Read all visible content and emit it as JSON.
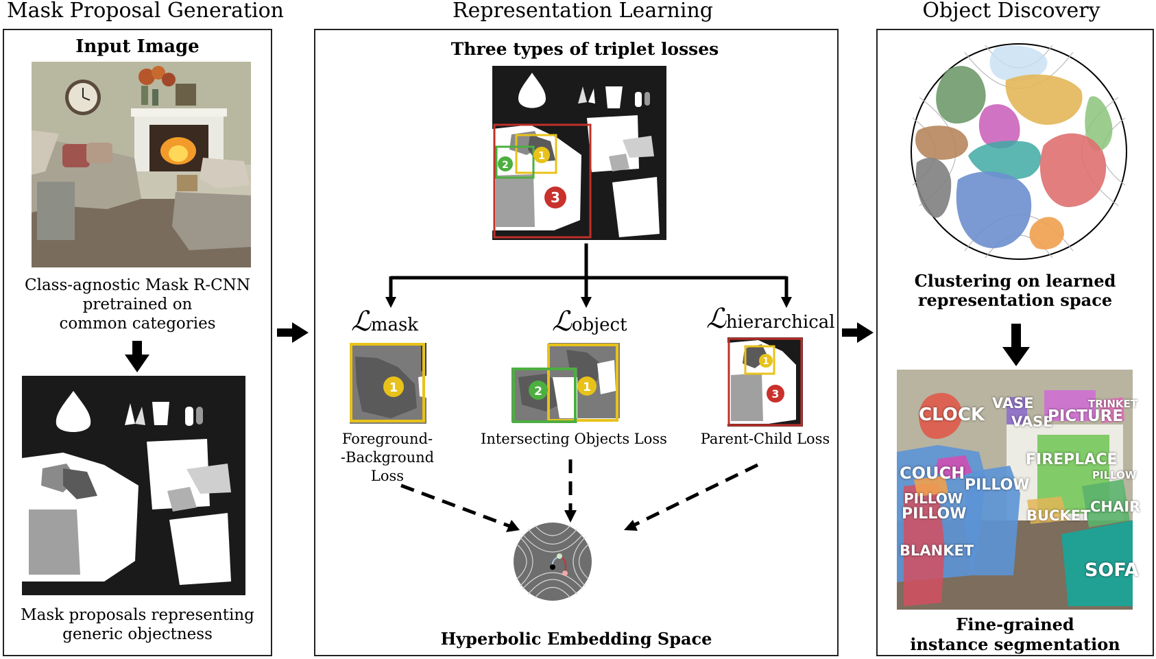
{
  "sections": {
    "mask_proposal": {
      "title": "Mask Proposal Generation",
      "input_label": "Input Image",
      "model_caption": "Class-agnostic Mask R-CNN\npretrained on\ncommon categories",
      "output_caption": "Mask proposals representing\ngeneric objectness"
    },
    "representation": {
      "title": "Representation Learning",
      "triplet_label": "Three types of triplet losses",
      "losses": [
        {
          "symbol": "ℒ",
          "subscript": "mask",
          "caption": "Foreground-\n-Background Loss"
        },
        {
          "symbol": "ℒ",
          "subscript": "object",
          "caption": "Intersecting Objects Loss"
        },
        {
          "symbol": "ℒ",
          "subscript": "hierarchical",
          "caption": "Parent-Child Loss"
        }
      ],
      "embedding_label": "Hyperbolic Embedding Space",
      "markers": [
        "1",
        "2",
        "3"
      ]
    },
    "object_discovery": {
      "title": "Object Discovery",
      "clustering_caption": "Clustering on learned\nrepresentation space",
      "output_caption": "Fine-grained\ninstance segmentation",
      "segment_labels": [
        "CLOCK",
        "VASE",
        "VASE",
        "PICTURE",
        "TRINKET",
        "FIREPLACE",
        "PILLOW",
        "COUCH",
        "PILLOW",
        "PILLOW",
        "PILLOW",
        "CHAIR",
        "BUCKET",
        "BLANKET",
        "SOFA"
      ]
    }
  },
  "colors": {
    "marker_yellow": "#e8c21a",
    "marker_green": "#4caf3f",
    "marker_red": "#c8312c",
    "box_yellow": "#e8c21a",
    "box_green": "#4caf3f",
    "box_red": "#c0302a"
  }
}
